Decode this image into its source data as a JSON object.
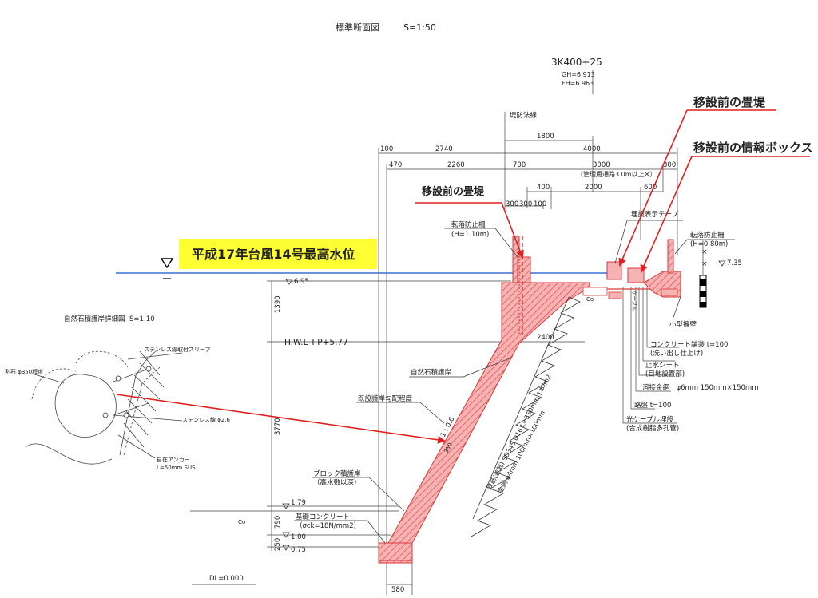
{
  "header": {
    "title": "標準断面図",
    "scale": "S=1:50",
    "station": "3K400+25",
    "gh": "GH=6.913",
    "fh": "FH=6.963"
  },
  "callouts": {
    "top_right_1": "移設前の畳堤",
    "top_right_2": "移設前の情報ボックス",
    "left": "移設前の畳堤"
  },
  "banner": {
    "text": "平成17年台風14号最高水位"
  },
  "detail": {
    "title": "自然石積護岸詳細図",
    "scale": "S=1:10",
    "label_sleeve": "ステンレス線取付スリーブ",
    "label_stone": "割石 φ350程度",
    "label_wire": "ステンレス線 φ2.6",
    "label_anchor1": "自在アンカー",
    "label_anchor2": "L=50mm SUS"
  },
  "dims": {
    "top_row": [
      "100",
      "2740",
      "4000"
    ],
    "d1800": "1800",
    "second_row": [
      "470",
      "2260",
      "700",
      "3000",
      "300"
    ],
    "road_note": "（管理用通路3.0m以上※）",
    "third_row": [
      "400",
      "2000",
      "600"
    ],
    "fourth_row": [
      "300",
      "300",
      "100"
    ],
    "d2400": "2400",
    "left_col": [
      "1390",
      "3770",
      "790",
      "250"
    ],
    "d580": "580"
  },
  "levels": {
    "l695": "6.95",
    "l735": "7.35",
    "l179": "1.79",
    "l100": "1.00",
    "l075": "0.75",
    "dl": "DL=0.000",
    "hwl": "H.W.L T.P+5.77"
  },
  "labels": {
    "law_line": "堤防法線",
    "fence_l1": "転落防止柵",
    "fence_l2": "(H=1.10m)",
    "fence_r1": "転落防止柵",
    "fence_r2": "(H=0.80m)",
    "tape": "埋設表示テープ",
    "small_wall": "小型擁壁",
    "concrete1": "コンクリート舗装 t=100",
    "concrete2": "(洗い出し仕上げ)",
    "waterstop1": "止水シート",
    "waterstop2": "(目地設置部)",
    "mesh": "溶接金網　φ6mm 150mm×150mm",
    "roadbed": "路盤 t=100",
    "cable1": "光ケーブル埋設",
    "cable2": "(合成樹脂多孔管)",
    "stone_rev": "自然石積護岸",
    "existing": "既設護岸勾配程度",
    "slope": "1 : 0.6",
    "rebar": "鉄筋(差筋) SD345 D16 L=350mm 1本/m2",
    "wire_mesh": "金網 φ4mm 100mm×100mm",
    "block1": "ブロック積護岸",
    "block2": "（高水敷以深）",
    "base1": "基礎コンクリート",
    "base2": "（σck=18N/mm2）",
    "co1": "Co",
    "co2": "Co",
    "cable_small": "ケーブル",
    "d350": "350"
  }
}
